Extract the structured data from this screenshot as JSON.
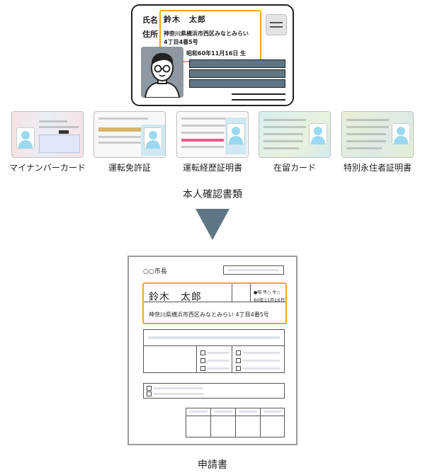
{
  "id_card": {
    "name_label": "氏名",
    "address_label": "住所",
    "name_value": "鈴木　太郎",
    "address_line1": "神奈川県横浜市西区みなとみらい",
    "address_line2": "4丁目4番5号",
    "birth_text": "昭和60年11月16日 生",
    "highlight_color": "#f5a623"
  },
  "documents": [
    {
      "label": "マイナンバーカード"
    },
    {
      "label": "運転免許証"
    },
    {
      "label": "運転経歴証明書"
    },
    {
      "label": "在留カード"
    },
    {
      "label": "特別永住者証明書"
    }
  ],
  "middle_label": "本人確認書類",
  "form": {
    "mayor_label": "○○市長",
    "name_value": "鈴木　太郎",
    "birth_line1": "●昭 平○ 令○",
    "birth_line2": "60年11月16日",
    "address_value": "神奈川県横浜市西区みなとみらい 4丁目4番5号"
  },
  "bottom_label": "申請書",
  "colors": {
    "arrow": "#5f7684",
    "highlight": "#f5a623",
    "card_slab": "#5f7684"
  }
}
